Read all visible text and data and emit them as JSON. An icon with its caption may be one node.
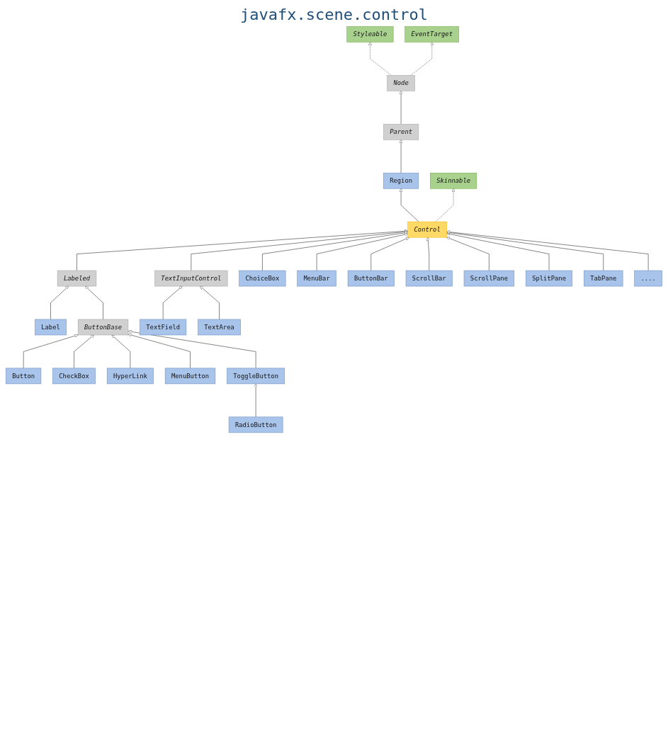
{
  "diagram": {
    "nodes": [
      {
        "text": [
          "Styleable"
        ]
      },
      {
        "text": [
          "EventTarget"
        ]
      },
      {
        "text": [
          "Node"
        ]
      },
      {
        "text": [
          "Parent"
        ]
      },
      {
        "text": [
          "Region"
        ]
      },
      {
        "text": [
          "Skinnable"
        ]
      },
      {
        "text": [
          "Control"
        ]
      },
      {
        "text": [
          "Labeled"
        ]
      },
      {
        "text": [
          "TextInputControl"
        ]
      },
      {
        "text": [
          "Label"
        ]
      },
      {
        "text": [
          "ButtonBase"
        ]
      },
      {
        "text": [
          "TextField"
        ]
      },
      {
        "text": [
          "TextArea"
        ]
      },
      {
        "text": [
          "Button"
        ]
      },
      {
        "text": [
          "CheckBox"
        ]
      },
      {
        "text": [
          "HyperLink"
        ]
      },
      {
        "text": [
          "MenuButton"
        ]
      },
      {
        "text": [
          "ToggleButton"
        ]
      },
      {
        "text": [
          "RadioButton"
        ]
      },
      {
        "text": [
          "ChoiceBox"
        ]
      },
      {
        "text": [
          "MenuBar"
        ]
      },
      {
        "text": [
          "ButtonBar"
        ]
      },
      {
        "text": [
          "ScrollBar"
        ]
      },
      {
        "text": [
          "ScrollPane"
        ]
      },
      {
        "text": [
          "SplitPane"
        ]
      },
      {
        "text": [
          "TabPane"
        ]
      },
      {
        "text": [
          "...."
        ]
      }
    ],
    "edges": [
      {
        "from": 2,
        "to": 0,
        "arrow": "to",
        "style": "dashed"
      },
      {
        "from": 2,
        "to": 1,
        "arrow": "to",
        "style": "dashed"
      },
      {
        "from": 3,
        "to": 2,
        "arrow": "to"
      },
      {
        "from": 4,
        "to": 3,
        "arrow": "to"
      },
      {
        "from": 6,
        "to": 4,
        "arrow": "to"
      },
      {
        "from": 6,
        "to": 5,
        "arrow": "to",
        "style": "dashed"
      },
      {
        "from": 7,
        "to": 6,
        "arrow": "to"
      },
      {
        "from": 8,
        "to": 6,
        "arrow": "to"
      },
      {
        "from": 19,
        "to": 6,
        "arrow": "to"
      },
      {
        "from": 20,
        "to": 6,
        "arrow": "to"
      },
      {
        "from": 21,
        "to": 6,
        "arrow": "to"
      },
      {
        "from": 22,
        "to": 6,
        "arrow": "to"
      },
      {
        "from": 23,
        "to": 6,
        "arrow": "to"
      },
      {
        "from": 24,
        "to": 6,
        "arrow": "to"
      },
      {
        "from": 25,
        "to": 6,
        "arrow": "to"
      },
      {
        "from": 26,
        "to": 6,
        "arrow": "to"
      },
      {
        "from": 9,
        "to": 7,
        "arrow": "to"
      },
      {
        "from": 10,
        "to": 7,
        "arrow": "to"
      },
      {
        "from": 11,
        "to": 8,
        "arrow": "to"
      },
      {
        "from": 12,
        "to": 8,
        "arrow": "to"
      },
      {
        "from": 13,
        "to": 10,
        "arrow": "to"
      },
      {
        "from": 14,
        "to": 10,
        "arrow": "to"
      },
      {
        "from": 15,
        "to": 10,
        "arrow": "to"
      },
      {
        "from": 16,
        "to": 10,
        "arrow": "to"
      },
      {
        "from": 17,
        "to": 10,
        "arrow": "to"
      },
      {
        "from": 18,
        "to": 17,
        "arrow": "to"
      }
    ],
    "labels": [
      "javafx.scene.control"
    ]
  }
}
